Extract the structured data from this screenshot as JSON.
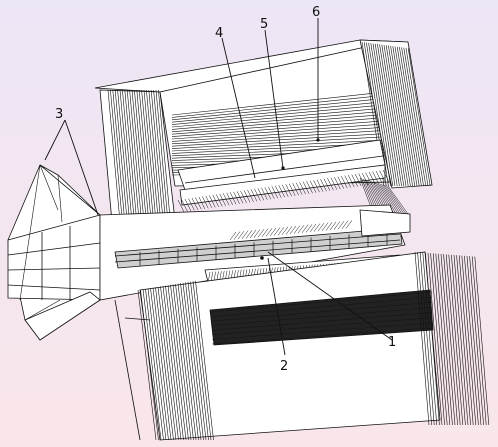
{
  "colors": {
    "background_top": "#ede6f6",
    "background_bottom": "#f9e6ea",
    "line": "#111111"
  },
  "callouts": [
    {
      "id": "1",
      "label": "1"
    },
    {
      "id": "2",
      "label": "2"
    },
    {
      "id": "3",
      "label": "3"
    },
    {
      "id": "4",
      "label": "4"
    },
    {
      "id": "5",
      "label": "5"
    },
    {
      "id": "6",
      "label": "6"
    }
  ]
}
